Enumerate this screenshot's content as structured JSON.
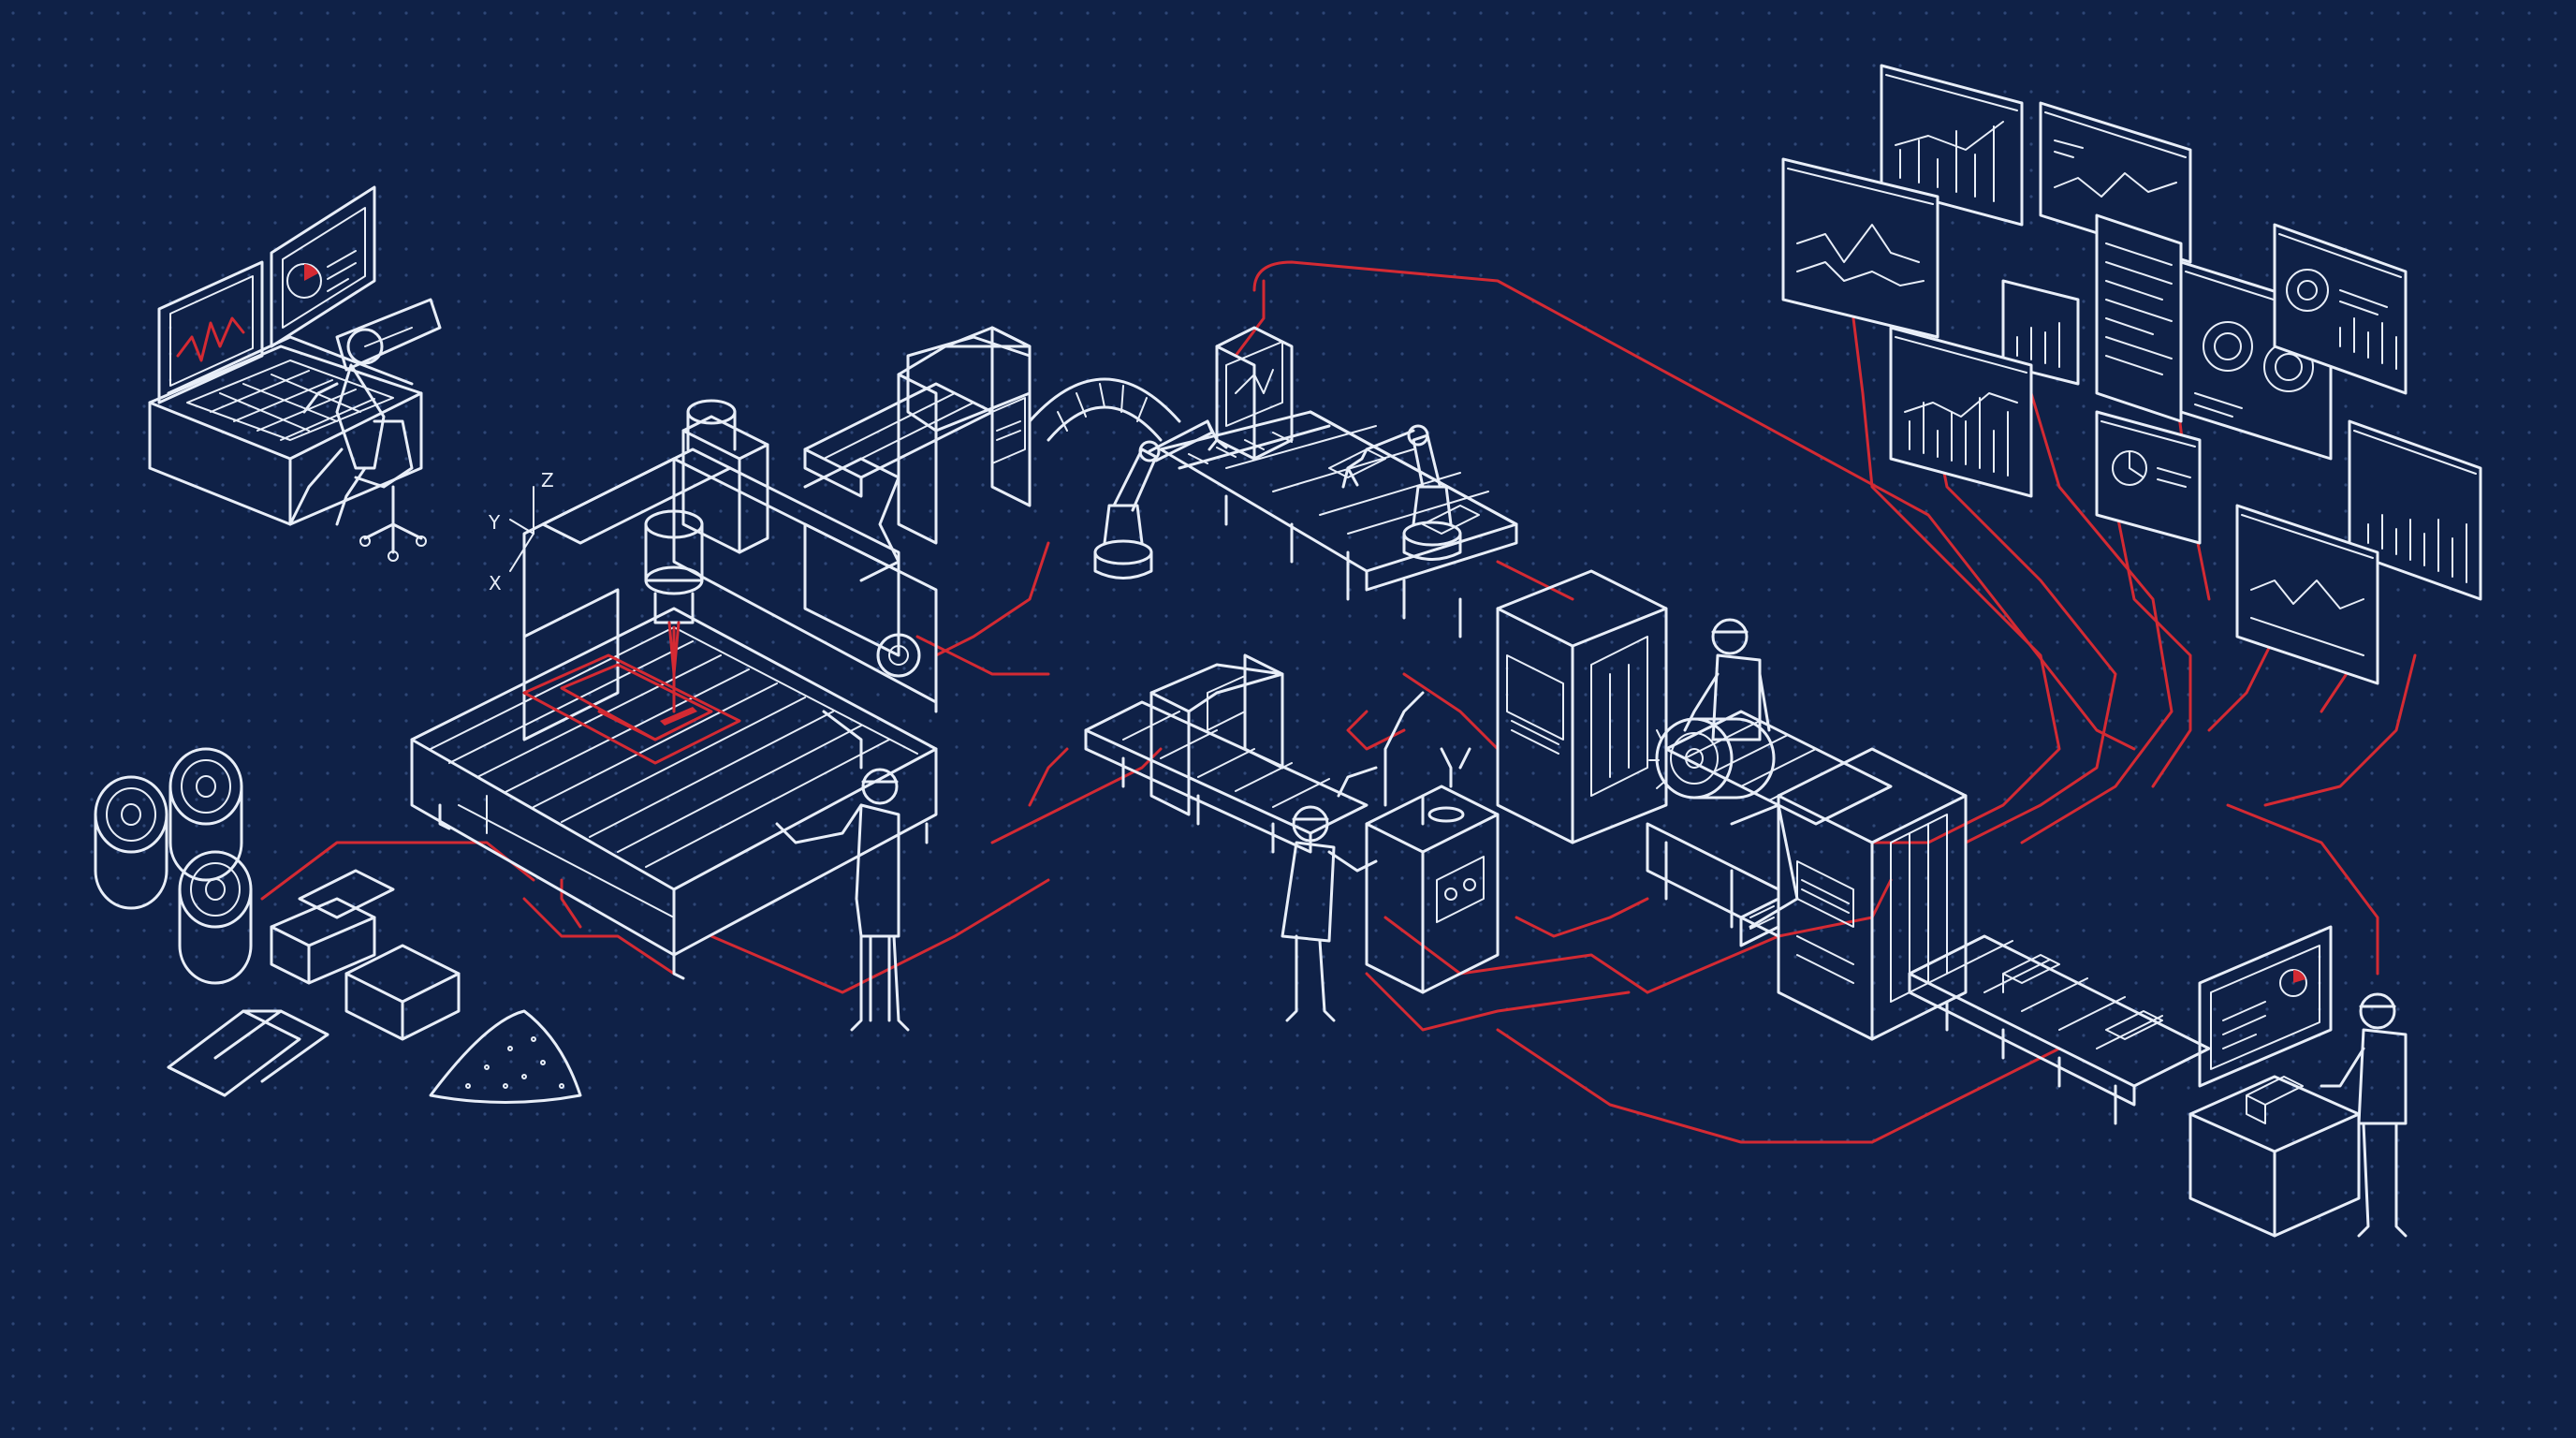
{
  "colors": {
    "background": "#0f2147",
    "grid_dot": "#2e4676",
    "line": "#e8eef8",
    "accent": "#d42a33"
  },
  "axes_labels": {
    "z": "Z",
    "y": "Y",
    "x": "X"
  }
}
